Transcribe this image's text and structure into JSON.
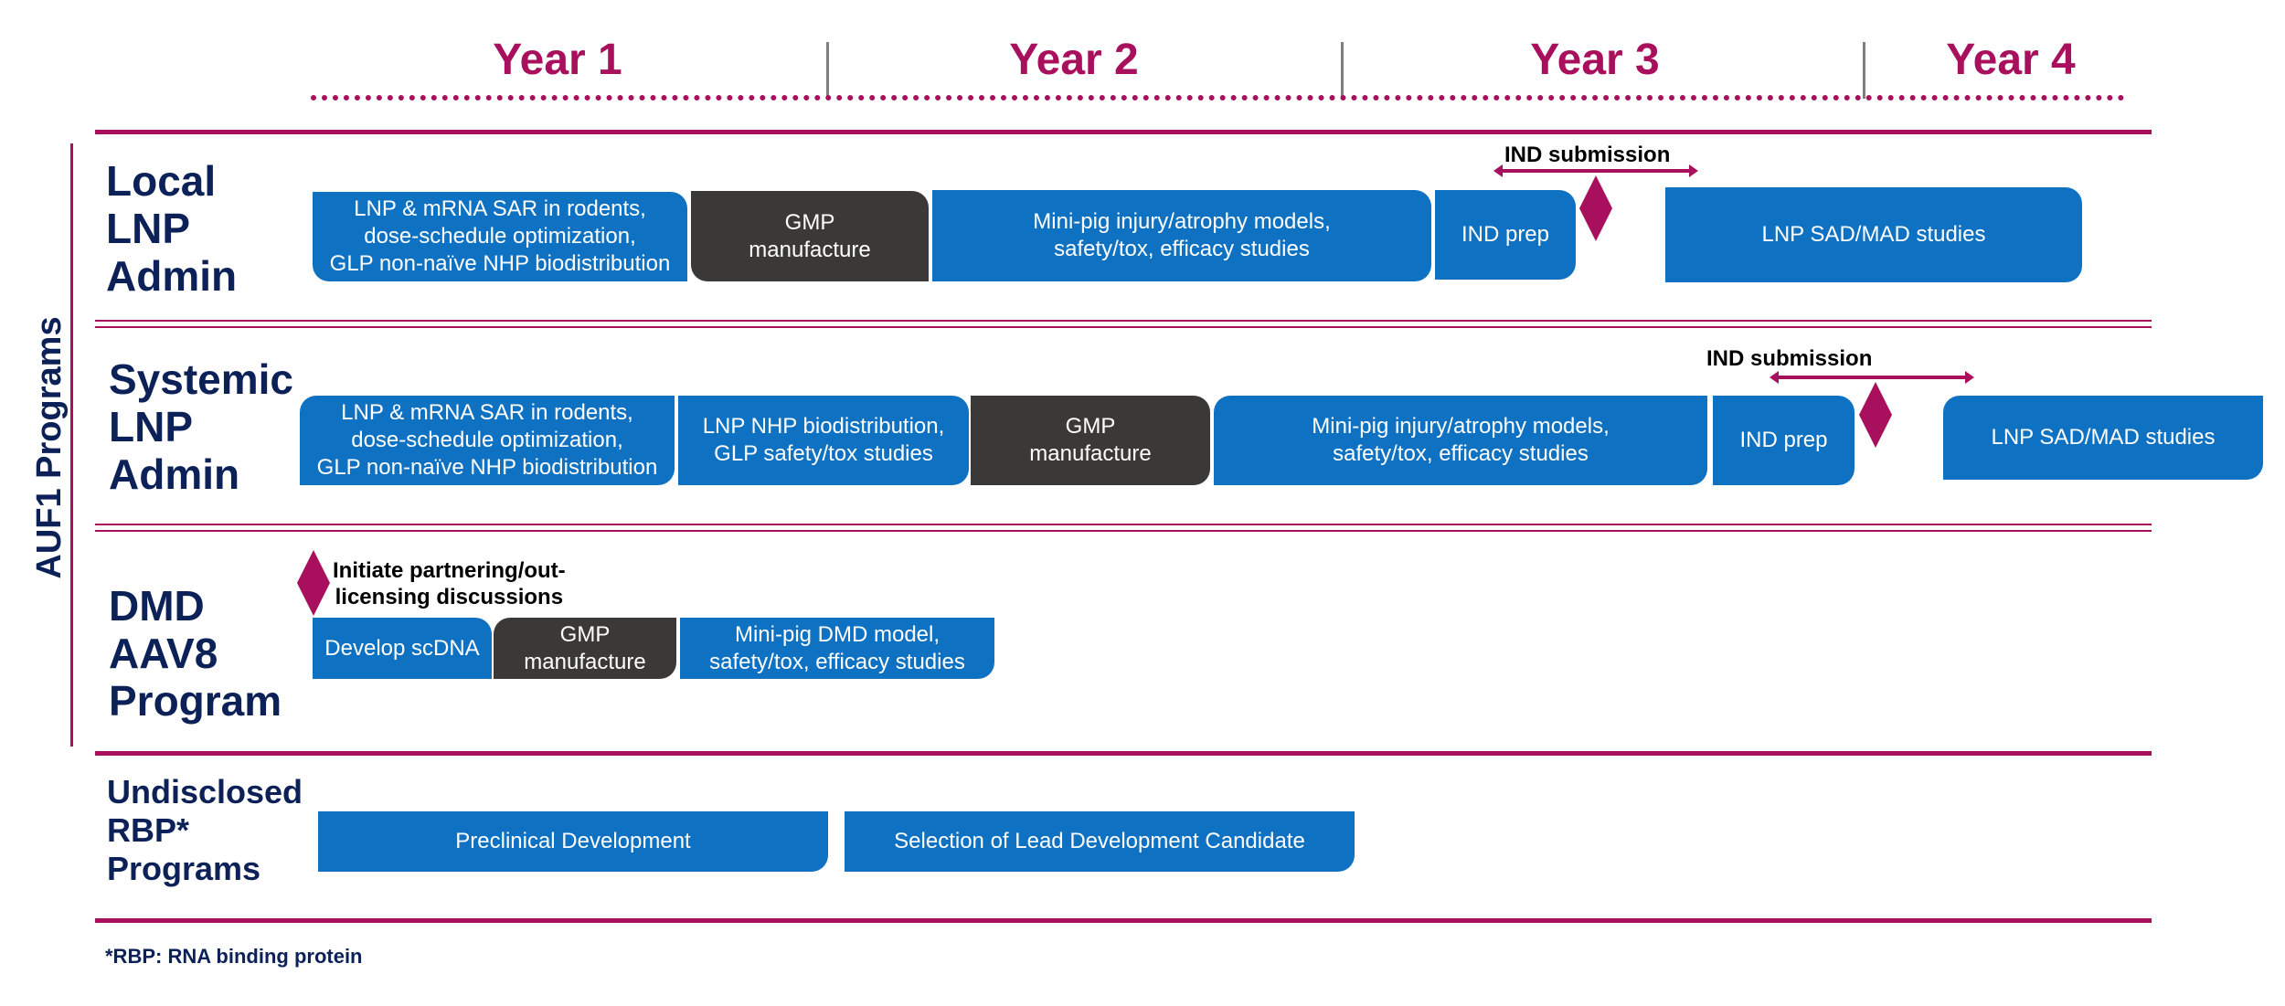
{
  "colors": {
    "accent": "#a8105e",
    "navy": "#0c2157",
    "bar_blue": "#0f71c1",
    "bar_dark": "#3a3937",
    "tick_gray": "#7f7f7f"
  },
  "years": [
    "Year 1",
    "Year 2",
    "Year 3",
    "Year 4"
  ],
  "side_label": "AUF1 Programs",
  "rows": [
    {
      "label_lines": [
        "Local",
        "LNP",
        "Admin"
      ],
      "bars": [
        {
          "lines": [
            "LNP & mRNA SAR in rodents,",
            "dose-schedule optimization,",
            "GLP non-naïve NHP biodistribution"
          ]
        },
        {
          "lines": [
            "GMP",
            "manufacture"
          ]
        },
        {
          "lines": [
            "Mini-pig injury/atrophy models,",
            "safety/tox, efficacy studies"
          ]
        },
        {
          "lines": [
            "IND prep"
          ]
        },
        {
          "lines": [
            "LNP SAD/MAD studies"
          ]
        }
      ],
      "milestone": "IND submission"
    },
    {
      "label_lines": [
        "Systemic",
        "LNP",
        "Admin"
      ],
      "bars": [
        {
          "lines": [
            "LNP & mRNA SAR in rodents,",
            "dose-schedule optimization,",
            "GLP non-naïve NHP biodistribution"
          ]
        },
        {
          "lines": [
            "LNP NHP biodistribution,",
            "GLP safety/tox studies"
          ]
        },
        {
          "lines": [
            "GMP",
            "manufacture"
          ]
        },
        {
          "lines": [
            "Mini-pig injury/atrophy models,",
            "safety/tox, efficacy studies"
          ]
        },
        {
          "lines": [
            "IND prep"
          ]
        },
        {
          "lines": [
            "LNP SAD/MAD studies"
          ]
        }
      ],
      "milestone": "IND submission"
    },
    {
      "label_lines": [
        "DMD",
        "AAV8",
        "Program"
      ],
      "bars": [
        {
          "lines": [
            "Develop scDNA"
          ]
        },
        {
          "lines": [
            "GMP",
            "manufacture"
          ]
        },
        {
          "lines": [
            "Mini-pig DMD model,",
            "safety/tox, efficacy studies"
          ]
        }
      ],
      "milestone_lines": [
        "Initiate partnering/out-",
        "licensing discussions"
      ]
    },
    {
      "label_lines": [
        "Undisclosed",
        "RBP*",
        "Programs"
      ],
      "bars": [
        {
          "lines": [
            "Preclinical Development"
          ]
        },
        {
          "lines": [
            "Selection of Lead Development Candidate"
          ]
        }
      ]
    }
  ],
  "footnote": "*RBP: RNA binding protein"
}
